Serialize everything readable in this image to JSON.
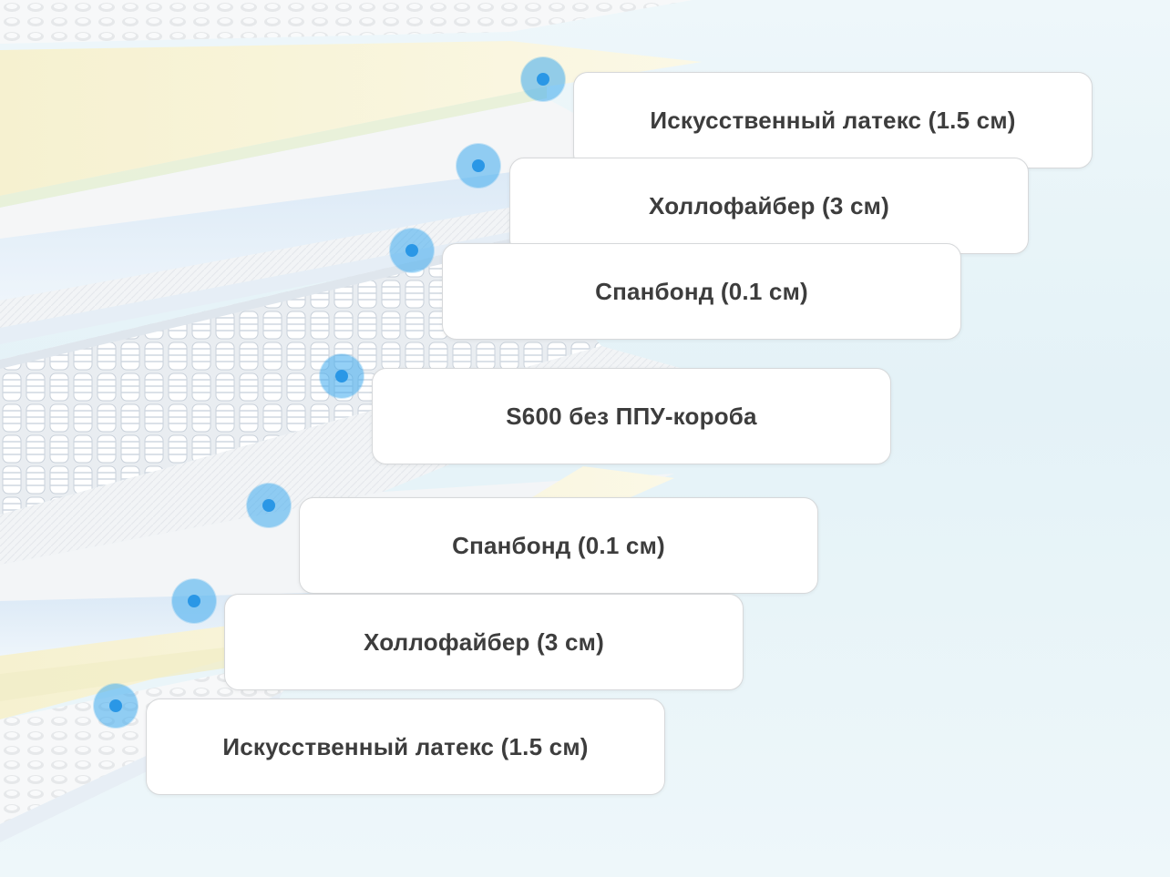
{
  "layers": [
    {
      "label": "Искусственный латекс (1.5 см)",
      "icon": "layer-marker-dot"
    },
    {
      "label": "Холлофайбер (3 см)",
      "icon": "layer-marker-dot"
    },
    {
      "label": "Спанбонд (0.1 см)",
      "icon": "layer-marker-dot"
    },
    {
      "label": "S600 без ППУ-короба",
      "icon": "layer-marker-dot"
    },
    {
      "label": "Спанбонд (0.1 см)",
      "icon": "layer-marker-dot"
    },
    {
      "label": "Холлофайбер (3 см)",
      "icon": "layer-marker-dot"
    },
    {
      "label": "Искусственный латекс (1.5 см)",
      "icon": "layer-marker-dot"
    }
  ],
  "colors": {
    "background": "#e4f2f7",
    "marker": "#2a97e6",
    "label_text": "#3d3d3d",
    "latex": "#f8f4d6",
    "hollofiber": "#f4f6f8",
    "spunbond": "#e9f3f9",
    "springs": "#eef1f4"
  }
}
